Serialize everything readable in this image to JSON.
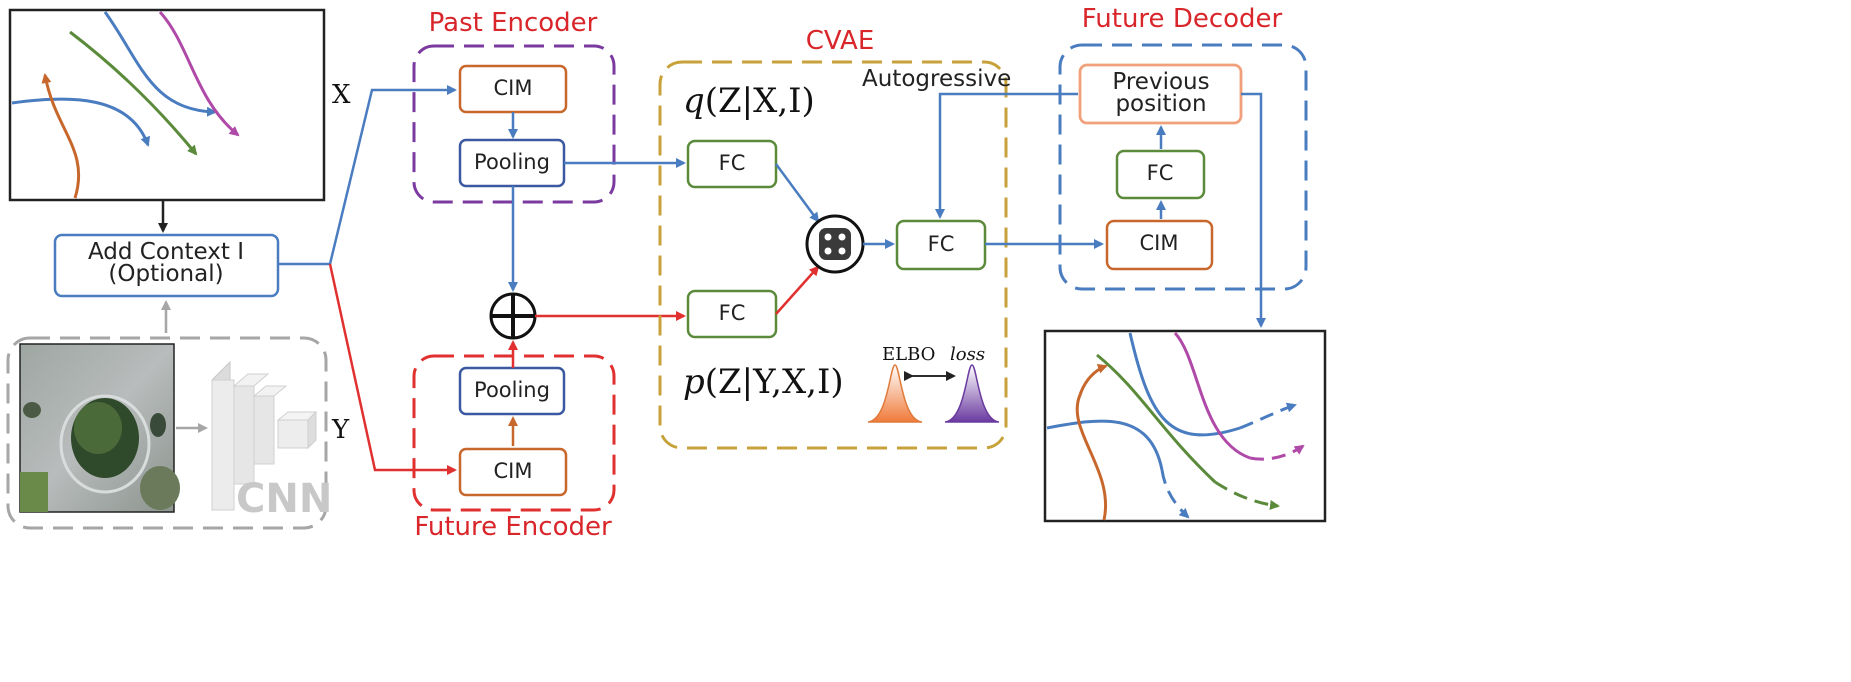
{
  "input_labels": {
    "x": "X",
    "y": "Y"
  },
  "context_box": {
    "line1": "Add Context I",
    "line2": "(Optional)"
  },
  "cnn_label": "CNN",
  "past_encoder": {
    "title": "Past  Encoder",
    "cim": "CIM",
    "pooling": "Pooling"
  },
  "future_encoder": {
    "title": "Future  Encoder",
    "cim": "CIM",
    "pooling": "Pooling"
  },
  "cvae": {
    "title": "CVAE",
    "autogressive": "Autogressive",
    "fc_top": "FC",
    "fc_bottom": "FC",
    "fc_out": "FC",
    "q_fn": "q",
    "q_args": "(Z|X,I)",
    "p_fn": "p",
    "p_args": "(Z|Y,X,I)",
    "elbo": "ELBO",
    "loss": "loss"
  },
  "future_decoder": {
    "title": "Future  Decoder",
    "prev_line1": "Previous",
    "prev_line2": "position",
    "fc": "FC",
    "cim": "CIM"
  },
  "colors": {
    "blue": "#4a7cc0",
    "red": "#e0302f",
    "green": "#5a8a3a",
    "orange": "#c8672c",
    "purple": "#b04aa8",
    "gold": "#c7a23a",
    "gray": "#a6a6a6",
    "pooling_blue": "#3b58a0",
    "past_purple": "#7b3aa0"
  }
}
